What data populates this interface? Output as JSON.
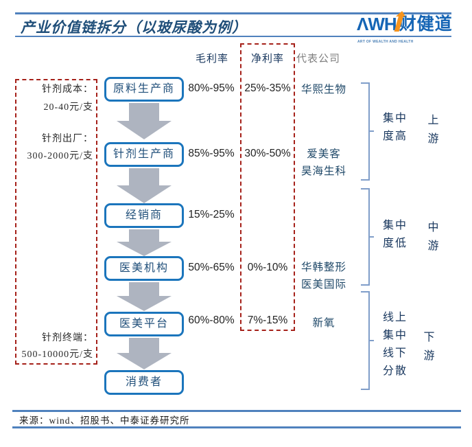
{
  "header": {
    "title": "产业价值链拆分（以玻尿酸为例）",
    "logo": {
      "awh": "ΛWH",
      "brand": "财健道",
      "tagline": "ART OF WEALTH AND HEALTH"
    }
  },
  "columns": {
    "gross_margin": "毛利率",
    "net_margin": "净利率",
    "company": "代表公司"
  },
  "left_annotations": [
    {
      "label": "针剂成本：",
      "value": "20-40元/支"
    },
    {
      "label": "针剂出厂：",
      "value": "300-2000元/支"
    },
    {
      "label": "针剂终端：",
      "value": "500-10000元/支"
    }
  ],
  "chain": [
    {
      "stage": "原料生产商",
      "gross": "80%-95%",
      "net": "25%-35%",
      "companies": [
        "华熙生物"
      ]
    },
    {
      "stage": "针剂生产商",
      "gross": "85%-95%",
      "net": "30%-50%",
      "companies": [
        "爱美客",
        "昊海生科"
      ]
    },
    {
      "stage": "经销商",
      "gross": "15%-25%",
      "net": "",
      "companies": []
    },
    {
      "stage": "医美机构",
      "gross": "50%-65%",
      "net": "0%-10%",
      "companies": [
        "华韩整形",
        "医美国际"
      ]
    },
    {
      "stage": "医美平台",
      "gross": "60%-80%",
      "net": "7%-15%",
      "companies": [
        "新氧"
      ]
    },
    {
      "stage": "消费者",
      "gross": "",
      "net": "",
      "companies": []
    }
  ],
  "right_annotations": [
    {
      "trait": "集中度高",
      "segment": "上游"
    },
    {
      "trait": "集中度低",
      "segment": "中游"
    },
    {
      "trait": "线上集中线下分散",
      "segment": "下游"
    }
  ],
  "footer": {
    "source": "来源：wind、招股书、中泰证券研究所"
  },
  "colors": {
    "accent_blue": "#1565B5",
    "box_border_blue": "#1B75BC",
    "title_navy": "#1F4E79",
    "dashed_red": "#A52019",
    "bracket_blue": "#7F9DC9",
    "arrow_gray": "#AEB4C0",
    "rule_blue": "#4F81BD",
    "brand_orange": "#F7941D",
    "company_navy": "#1F4868",
    "header_gray": "#7F7F7F"
  }
}
